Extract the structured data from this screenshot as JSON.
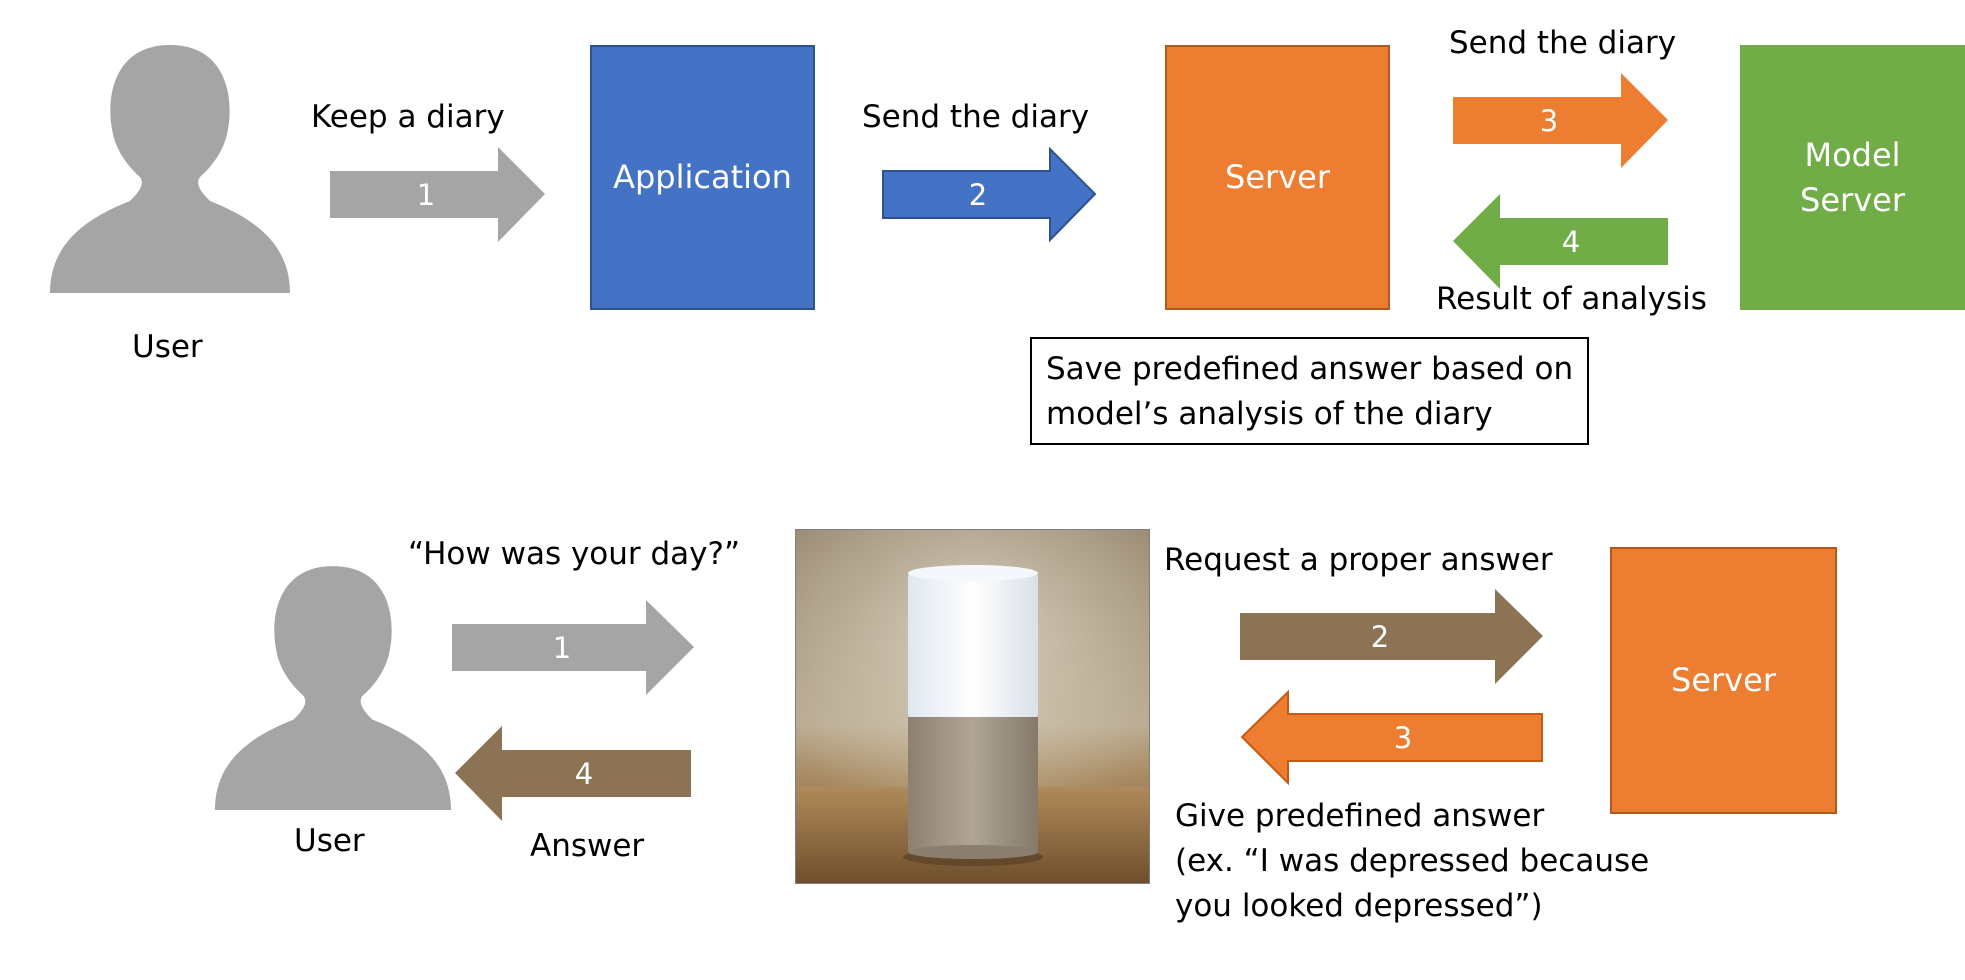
{
  "colors": {
    "gray": "#A5A5A5",
    "blue": "#4472C4",
    "orange": "#ED7D31",
    "green": "#70AD47",
    "brown": "#8B7354"
  },
  "top": {
    "user_label": "User",
    "keep_diary_label": "Keep a diary",
    "arrow1_num": "1",
    "application_label": "Application",
    "send_diary_label_1": "Send the diary",
    "arrow2_num": "2",
    "server_label": "Server",
    "send_diary_label_2": "Send the diary",
    "arrow3_num": "3",
    "model_server_line1": "Model",
    "model_server_line2": "Server",
    "arrow4_num": "4",
    "result_label": "Result of analysis",
    "note_line1": "Save predefined answer based on",
    "note_line2": "model’s analysis of the diary"
  },
  "bottom": {
    "question_label": "“How was your day?”",
    "arrow1_num": "1",
    "user_label": "User",
    "arrow4_num": "4",
    "answer_label": "Answer",
    "request_label": "Request a proper answer",
    "arrow2_num": "2",
    "arrow3_num": "3",
    "server_label": "Server",
    "give_line1": "Give predefined answer",
    "give_line2": "(ex. “I was depressed because",
    "give_line3": "you looked depressed”)"
  }
}
